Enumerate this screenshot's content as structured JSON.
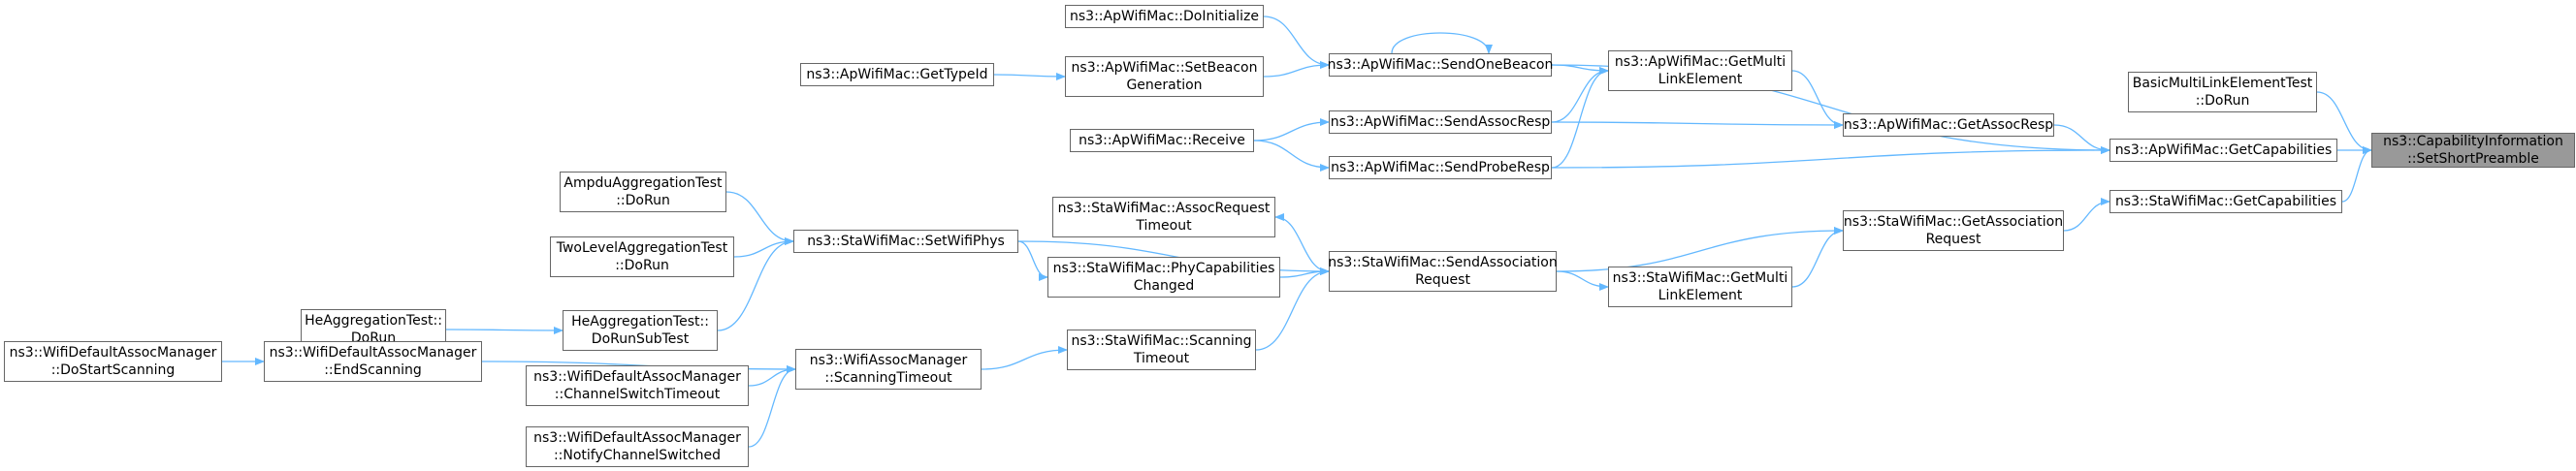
{
  "graph": {
    "edge_color": "#63b8ff",
    "node_border_color": "#666666",
    "root_fill_color": "#999999",
    "nodes": {
      "root": [
        "ns3::CapabilityInformation",
        "::SetShortPreamble"
      ],
      "ap_getcaps": [
        "ns3::ApWifiMac::GetCapabilities"
      ],
      "sta_getcaps": [
        "ns3::StaWifiMac::GetCapabilities"
      ],
      "basic_mle": [
        "BasicMultiLinkElementTest",
        "::DoRun"
      ],
      "ap_getassocresp": [
        "ns3::ApWifiMac::GetAssocResp"
      ],
      "ap_getmulti": [
        "ns3::ApWifiMac::GetMulti",
        "LinkElement"
      ],
      "ap_sendonebeacon": [
        "ns3::ApWifiMac::SendOneBeacon"
      ],
      "ap_sendassocresp": [
        "ns3::ApWifiMac::SendAssocResp"
      ],
      "ap_sendproberesp": [
        "ns3::ApWifiMac::SendProbeResp"
      ],
      "ap_doinit": [
        "ns3::ApWifiMac::DoInitialize"
      ],
      "ap_setbeacongen": [
        "ns3::ApWifiMac::SetBeacon",
        "Generation"
      ],
      "ap_gettypeid": [
        "ns3::ApWifiMac::GetTypeId"
      ],
      "ap_receive": [
        "ns3::ApWifiMac::Receive"
      ],
      "sta_getassocreq": [
        "ns3::StaWifiMac::GetAssociation",
        "Request"
      ],
      "sta_sendassocreq": [
        "ns3::StaWifiMac::SendAssociation",
        "Request"
      ],
      "sta_getmulti": [
        "ns3::StaWifiMac::GetMulti",
        "LinkElement"
      ],
      "sta_assocreqtimeout": [
        "ns3::StaWifiMac::AssocRequest",
        "Timeout"
      ],
      "sta_phycaps": [
        "ns3::StaWifiMac::PhyCapabilities",
        "Changed"
      ],
      "sta_scantimeout": [
        "ns3::StaWifiMac::Scanning",
        "Timeout"
      ],
      "sta_setwifiphys": [
        "ns3::StaWifiMac::SetWifiPhys"
      ],
      "ampdu": [
        "AmpduAggregationTest",
        "::DoRun"
      ],
      "twolevel": [
        "TwoLevelAggregationTest",
        "::DoRun"
      ],
      "he_dorunsub": [
        "HeAggregationTest::",
        "DoRunSubTest"
      ],
      "he_dorun": [
        "HeAggregationTest::",
        "DoRun"
      ],
      "assocmgr_scantimeout": [
        "ns3::WifiAssocManager",
        "::ScanningTimeout"
      ],
      "def_endscanning": [
        "ns3::WifiDefaultAssocManager",
        "::EndScanning"
      ],
      "def_chswitchtimeout": [
        "ns3::WifiDefaultAssocManager",
        "::ChannelSwitchTimeout"
      ],
      "def_notifychswitched": [
        "ns3::WifiDefaultAssocManager",
        "::NotifyChannelSwitched"
      ],
      "def_dostartscanning": [
        "ns3::WifiDefaultAssocManager",
        "::DoStartScanning"
      ]
    },
    "edges": [
      [
        "ap_getcaps",
        "root"
      ],
      [
        "sta_getcaps",
        "root"
      ],
      [
        "basic_mle",
        "root"
      ],
      [
        "ap_getassocresp",
        "ap_getcaps"
      ],
      [
        "ap_sendonebeacon",
        "ap_getcaps"
      ],
      [
        "ap_sendproberesp",
        "ap_getcaps"
      ],
      [
        "ap_getmulti",
        "ap_getassocresp"
      ],
      [
        "ap_sendassocresp",
        "ap_getassocresp"
      ],
      [
        "ap_sendonebeacon",
        "ap_getmulti"
      ],
      [
        "ap_sendassocresp",
        "ap_getmulti"
      ],
      [
        "ap_sendproberesp",
        "ap_getmulti"
      ],
      [
        "ap_sendonebeacon",
        "ap_sendonebeacon"
      ],
      [
        "ap_doinit",
        "ap_sendonebeacon"
      ],
      [
        "ap_setbeacongen",
        "ap_sendonebeacon"
      ],
      [
        "ap_gettypeid",
        "ap_setbeacongen"
      ],
      [
        "ap_receive",
        "ap_sendassocresp"
      ],
      [
        "ap_receive",
        "ap_sendproberesp"
      ],
      [
        "sta_getassocreq",
        "sta_getcaps"
      ],
      [
        "sta_sendassocreq",
        "sta_getassocreq"
      ],
      [
        "sta_getmulti",
        "sta_getassocreq"
      ],
      [
        "sta_sendassocreq",
        "sta_getmulti"
      ],
      [
        "sta_sendassocreq",
        "sta_assocreqtimeout"
      ],
      [
        "sta_phycaps",
        "sta_sendassocreq"
      ],
      [
        "sta_scantimeout",
        "sta_sendassocreq"
      ],
      [
        "sta_setwifiphys",
        "sta_sendassocreq"
      ],
      [
        "sta_setwifiphys",
        "sta_phycaps"
      ],
      [
        "ampdu",
        "sta_setwifiphys"
      ],
      [
        "twolevel",
        "sta_setwifiphys"
      ],
      [
        "he_dorunsub",
        "sta_setwifiphys"
      ],
      [
        "he_dorun",
        "he_dorunsub"
      ],
      [
        "assocmgr_scantimeout",
        "sta_scantimeout"
      ],
      [
        "def_endscanning",
        "assocmgr_scantimeout"
      ],
      [
        "def_chswitchtimeout",
        "assocmgr_scantimeout"
      ],
      [
        "def_notifychswitched",
        "assocmgr_scantimeout"
      ],
      [
        "def_dostartscanning",
        "def_endscanning"
      ]
    ]
  }
}
